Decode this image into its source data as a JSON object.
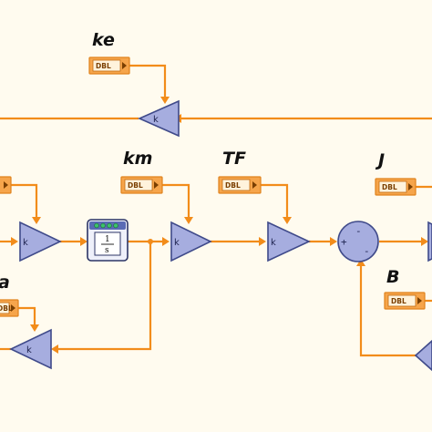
{
  "parameters": {
    "ke": "ke",
    "km": "km",
    "TF": "TF",
    "J": "J",
    "a": "a",
    "B": "B"
  },
  "constant_label": "DBL",
  "gain_symbol": "k",
  "integrator": {
    "numerator": "1",
    "denominator": "s"
  },
  "summer": {
    "plus_sign": "+",
    "minus_sign_upper": "-",
    "minus_sign_lower": "-"
  },
  "colors": {
    "wire": "#f28c1a",
    "gain_fill": "#a6addf",
    "constant_fill": "#f6a54b",
    "background": "#fffbef"
  }
}
